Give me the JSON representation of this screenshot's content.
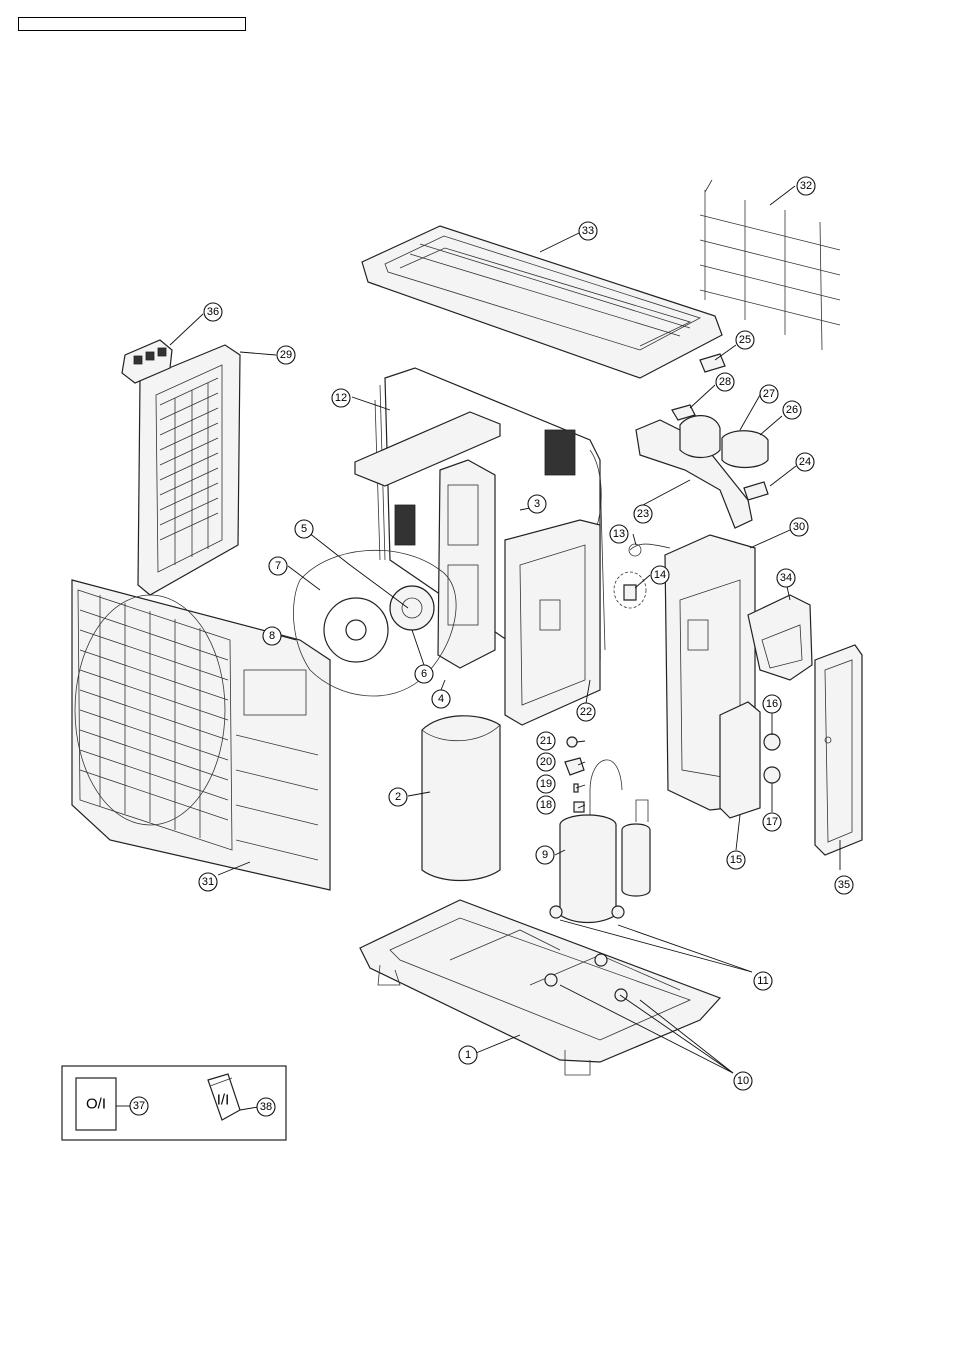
{
  "header": {
    "label": ""
  },
  "callouts": [
    {
      "n": "1"
    },
    {
      "n": "2"
    },
    {
      "n": "3"
    },
    {
      "n": "4"
    },
    {
      "n": "5"
    },
    {
      "n": "6"
    },
    {
      "n": "7"
    },
    {
      "n": "8"
    },
    {
      "n": "9"
    },
    {
      "n": "10"
    },
    {
      "n": "11"
    },
    {
      "n": "12"
    },
    {
      "n": "13"
    },
    {
      "n": "14"
    },
    {
      "n": "15"
    },
    {
      "n": "16"
    },
    {
      "n": "17"
    },
    {
      "n": "18"
    },
    {
      "n": "19"
    },
    {
      "n": "20"
    },
    {
      "n": "21"
    },
    {
      "n": "22"
    },
    {
      "n": "23"
    },
    {
      "n": "24"
    },
    {
      "n": "25"
    },
    {
      "n": "26"
    },
    {
      "n": "27"
    },
    {
      "n": "28"
    },
    {
      "n": "29"
    },
    {
      "n": "30"
    },
    {
      "n": "31"
    },
    {
      "n": "32"
    },
    {
      "n": "33"
    },
    {
      "n": "34"
    },
    {
      "n": "35"
    },
    {
      "n": "36"
    },
    {
      "n": "37"
    },
    {
      "n": "38"
    }
  ],
  "accessories": {
    "oi_label": "O/I",
    "ii_label": "I/I"
  }
}
